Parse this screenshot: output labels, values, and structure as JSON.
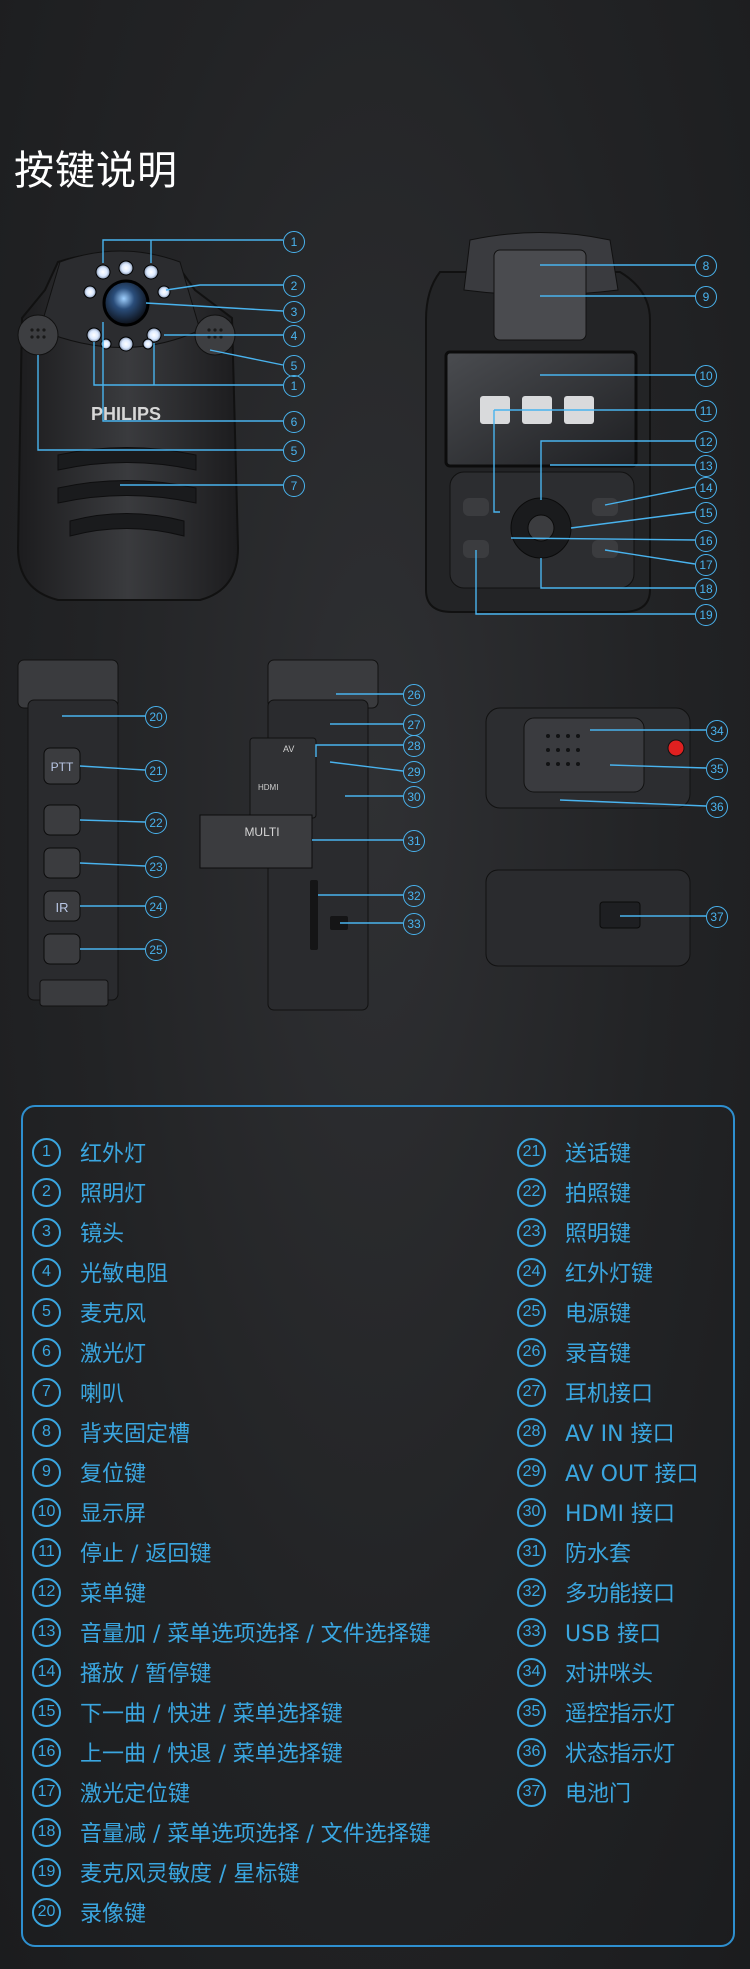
{
  "title": "按键说明",
  "device": {
    "brand": "PHILIPS",
    "port_labels": {
      "multi": "MULTI",
      "av": "AV",
      "hdmi": "HDMI"
    },
    "side_buttons": {
      "ptt": "PTT",
      "ir": "IR"
    }
  },
  "callouts": [
    "1",
    "2",
    "3",
    "4",
    "5",
    "1",
    "6",
    "5",
    "7",
    "8",
    "9",
    "10",
    "11",
    "12",
    "13",
    "14",
    "15",
    "16",
    "17",
    "18",
    "19",
    "20",
    "21",
    "22",
    "23",
    "24",
    "25",
    "26",
    "27",
    "28",
    "29",
    "30",
    "31",
    "32",
    "33",
    "34",
    "35",
    "36",
    "37"
  ],
  "legend": {
    "left": [
      {
        "num": "1",
        "label": "红外灯"
      },
      {
        "num": "2",
        "label": "照明灯"
      },
      {
        "num": "3",
        "label": "镜头"
      },
      {
        "num": "4",
        "label": "光敏电阻"
      },
      {
        "num": "5",
        "label": "麦克风"
      },
      {
        "num": "6",
        "label": "激光灯"
      },
      {
        "num": "7",
        "label": "喇叭"
      },
      {
        "num": "8",
        "label": "背夹固定槽"
      },
      {
        "num": "9",
        "label": "复位键"
      },
      {
        "num": "10",
        "label": "显示屏"
      },
      {
        "num": "11",
        "label": "停止 / 返回键"
      },
      {
        "num": "12",
        "label": "菜单键"
      },
      {
        "num": "13",
        "label": "音量加 / 菜单选项选择 / 文件选择键"
      },
      {
        "num": "14",
        "label": "播放 / 暂停键"
      },
      {
        "num": "15",
        "label": "下一曲 / 快进 / 菜单选择键"
      },
      {
        "num": "16",
        "label": "上一曲 / 快退 / 菜单选择键"
      },
      {
        "num": "17",
        "label": "激光定位键"
      },
      {
        "num": "18",
        "label": "音量减 / 菜单选项选择 / 文件选择键"
      },
      {
        "num": "19",
        "label": "麦克风灵敏度 / 星标键"
      },
      {
        "num": "20",
        "label": "录像键"
      }
    ],
    "right": [
      {
        "num": "21",
        "label": "送话键"
      },
      {
        "num": "22",
        "label": "拍照键"
      },
      {
        "num": "23",
        "label": "照明键"
      },
      {
        "num": "24",
        "label": "红外灯键"
      },
      {
        "num": "25",
        "label": "电源键"
      },
      {
        "num": "26",
        "label": "录音键"
      },
      {
        "num": "27",
        "label": "耳机接口"
      },
      {
        "num": "28",
        "label": "AV IN 接口"
      },
      {
        "num": "29",
        "label": "AV OUT 接口"
      },
      {
        "num": "30",
        "label": "HDMI 接口"
      },
      {
        "num": "31",
        "label": "防水套"
      },
      {
        "num": "32",
        "label": "多功能接口"
      },
      {
        "num": "33",
        "label": "USB 接口"
      },
      {
        "num": "34",
        "label": "对讲咪头"
      },
      {
        "num": "35",
        "label": "遥控指示灯"
      },
      {
        "num": "36",
        "label": "状态指示灯"
      },
      {
        "num": "37",
        "label": "电池门"
      }
    ]
  }
}
